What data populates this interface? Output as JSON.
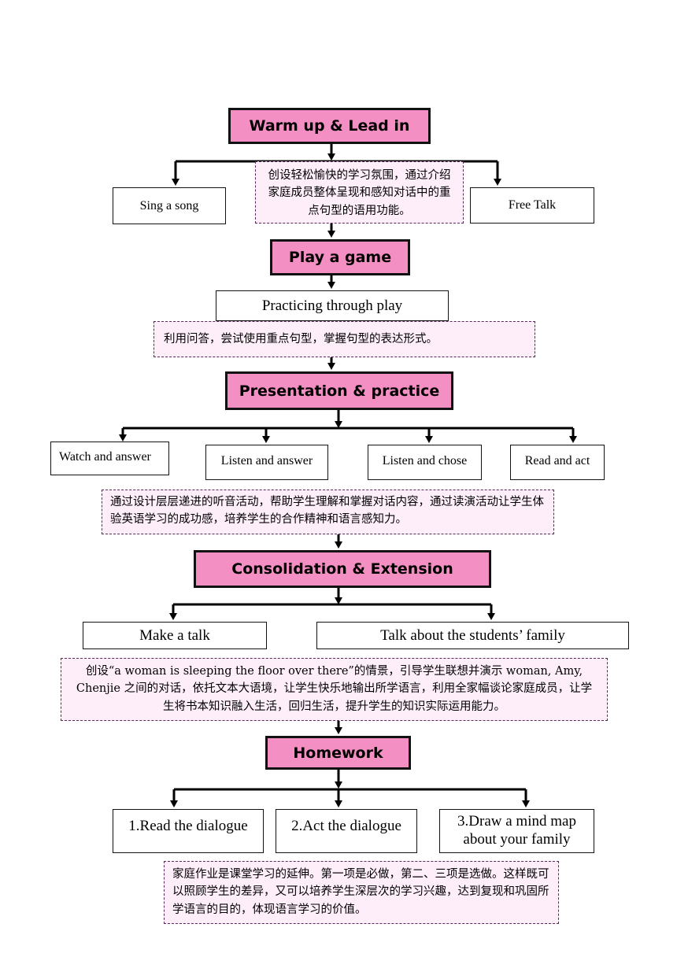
{
  "warm_up": {
    "title": "Warm up & Lead in",
    "activities": [
      "Sing a song",
      "Free    Talk"
    ],
    "note": "创设轻松愉快的学习氛围，通过介绍家庭成员整体呈现和感知对话中的重点句型的语用功能。"
  },
  "play_game": {
    "title": "Play a game",
    "activity": "Practicing through play",
    "note": "利用问答，尝试使用重点句型，掌握句型的表达形式。"
  },
  "presentation": {
    "title": "Presentation & practice",
    "activities": [
      "Watch and answer",
      "Listen and answer",
      "Listen and chose",
      "Read and act"
    ],
    "note": "通过设计层层递进的听音活动，帮助学生理解和掌握对话内容，通过读演活动让学生体验英语学习的成功感，培养学生的合作精神和语言感知力。"
  },
  "consolidation": {
    "title": "Consolidation & Extension",
    "activities": [
      "Make a talk",
      "Talk about the students’ family"
    ],
    "note": "创设“a woman is sleeping the floor over there”的情景，引导学生联想并演示  woman, Amy, Chenjie 之间的对话，依托文本大语境，让学生快乐地输出所学语言，利用全家幅谈论家庭成员，让学生将书本知识融入生活，回归生活，提升学生的知识实际运用能力。"
  },
  "homework": {
    "title": "Homework",
    "items": [
      "1.Read the dialogue",
      "2.Act the dialogue",
      "3.Draw a mind map\nabout your family"
    ],
    "note": "家庭作业是课堂学习的延伸。第一项是必做，第二、三项是选做。这样既可以照顾学生的差异，又可以培养学生深层次的学习兴趣，达到复现和巩固所学语言的目的，体现语言学习的价值。"
  }
}
